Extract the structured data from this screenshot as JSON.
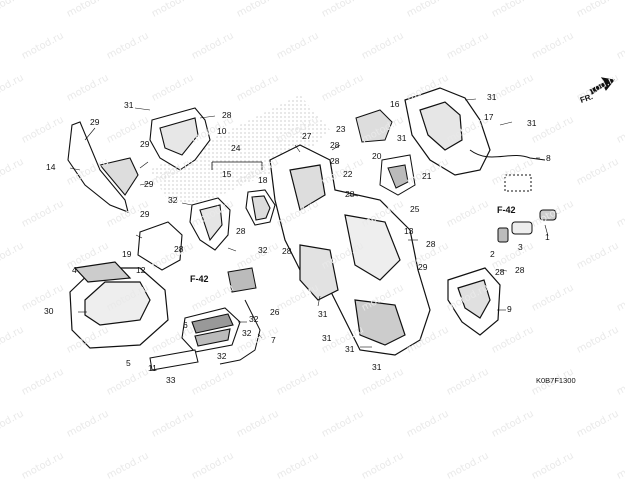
{
  "watermark": "motod.ru",
  "drawing_code": "K0B7F1300",
  "front_marker": "FR.",
  "ref_marks": [
    "F-42",
    "F-42"
  ],
  "callouts": [
    "1",
    "2",
    "3",
    "4",
    "5",
    "6",
    "7",
    "8",
    "9",
    "10",
    "11",
    "12",
    "13",
    "14",
    "15",
    "16",
    "17",
    "18",
    "19",
    "20",
    "21",
    "22",
    "23",
    "24",
    "25",
    "26",
    "27",
    "28",
    "29",
    "30",
    "31",
    "32",
    "33"
  ],
  "labels": [
    {
      "n": "31"
    },
    {
      "n": "28"
    },
    {
      "n": "10"
    },
    {
      "n": "29"
    },
    {
      "n": "14"
    },
    {
      "n": "29"
    },
    {
      "n": "29"
    },
    {
      "n": "29"
    },
    {
      "n": "24"
    },
    {
      "n": "15"
    },
    {
      "n": "18"
    },
    {
      "n": "32"
    },
    {
      "n": "28"
    },
    {
      "n": "19"
    },
    {
      "n": "28"
    },
    {
      "n": "32"
    },
    {
      "n": "4"
    },
    {
      "n": "12"
    },
    {
      "n": "30"
    },
    {
      "n": "6"
    },
    {
      "n": "32"
    },
    {
      "n": "32"
    },
    {
      "n": "7"
    },
    {
      "n": "32"
    },
    {
      "n": "5"
    },
    {
      "n": "11"
    },
    {
      "n": "33"
    },
    {
      "n": "27"
    },
    {
      "n": "28"
    },
    {
      "n": "28"
    },
    {
      "n": "23"
    },
    {
      "n": "31"
    },
    {
      "n": "20"
    },
    {
      "n": "21"
    },
    {
      "n": "22"
    },
    {
      "n": "28"
    },
    {
      "n": "25"
    },
    {
      "n": "13"
    },
    {
      "n": "28"
    },
    {
      "n": "28"
    },
    {
      "n": "26"
    },
    {
      "n": "31"
    },
    {
      "n": "31"
    },
    {
      "n": "29"
    },
    {
      "n": "31"
    },
    {
      "n": "31"
    },
    {
      "n": "16"
    },
    {
      "n": "31"
    },
    {
      "n": "17"
    },
    {
      "n": "31"
    },
    {
      "n": "8"
    },
    {
      "n": "1"
    },
    {
      "n": "2"
    },
    {
      "n": "3"
    },
    {
      "n": "28"
    },
    {
      "n": "28"
    },
    {
      "n": "9"
    }
  ]
}
